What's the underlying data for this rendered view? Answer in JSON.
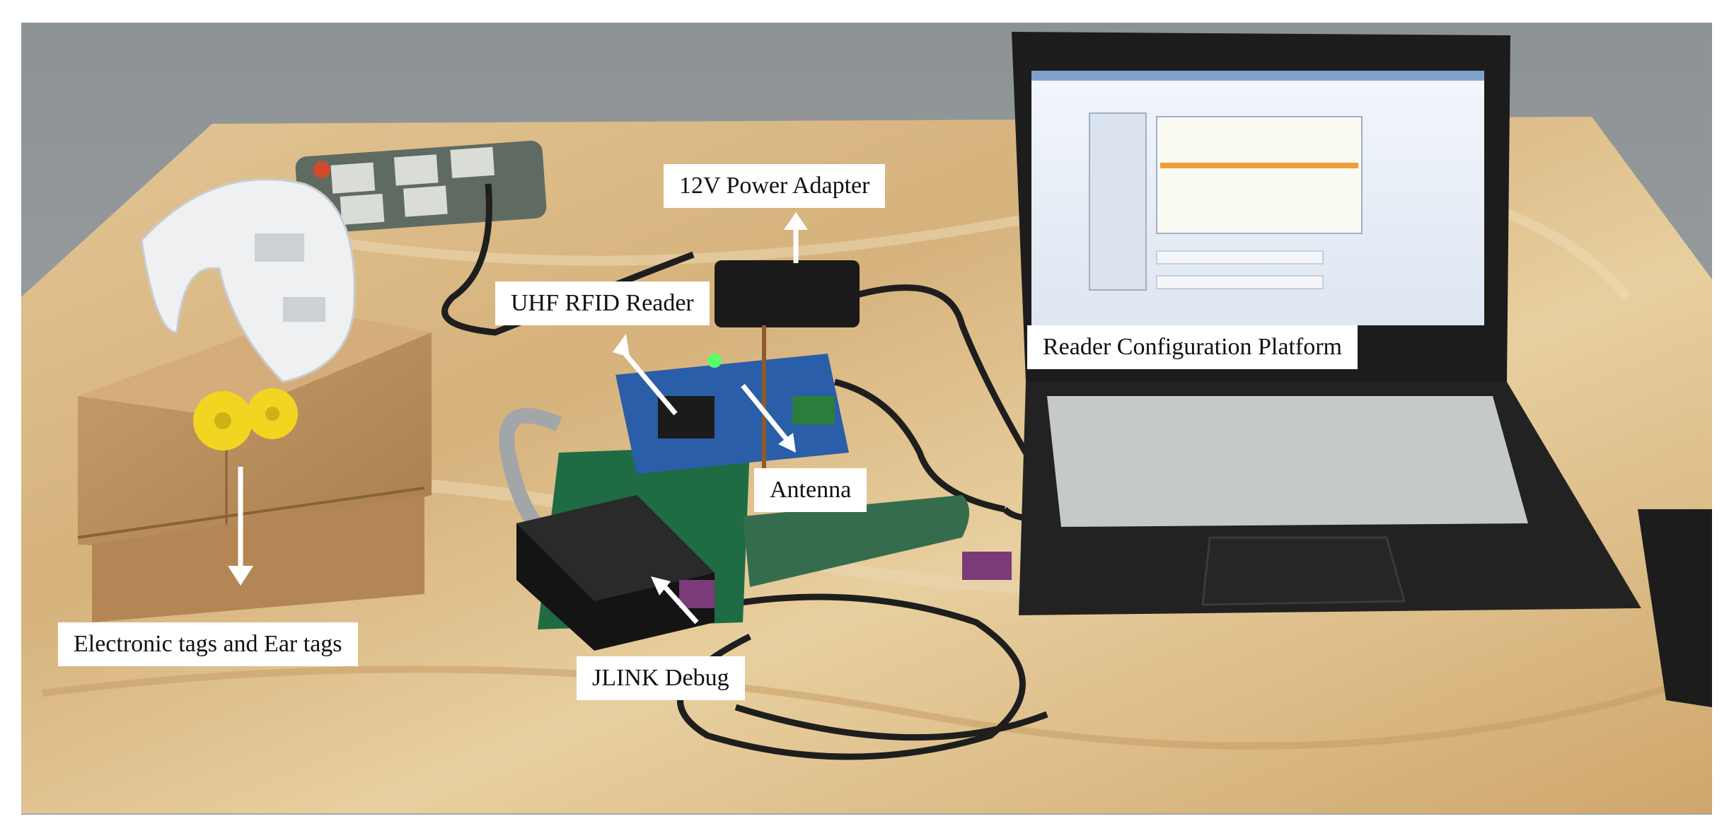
{
  "labels": {
    "power_adapter": "12V Power Adapter",
    "rfid_reader": "UHF RFID Reader",
    "config_platform": "Reader Configuration Platform",
    "antenna": "Antenna",
    "tags": "Electronic tags and Ear tags",
    "jlink": "JLINK Debug"
  },
  "colors": {
    "table_marble": "#d9b986",
    "screen": "#eef2f8",
    "arrow": "#ffffff"
  }
}
